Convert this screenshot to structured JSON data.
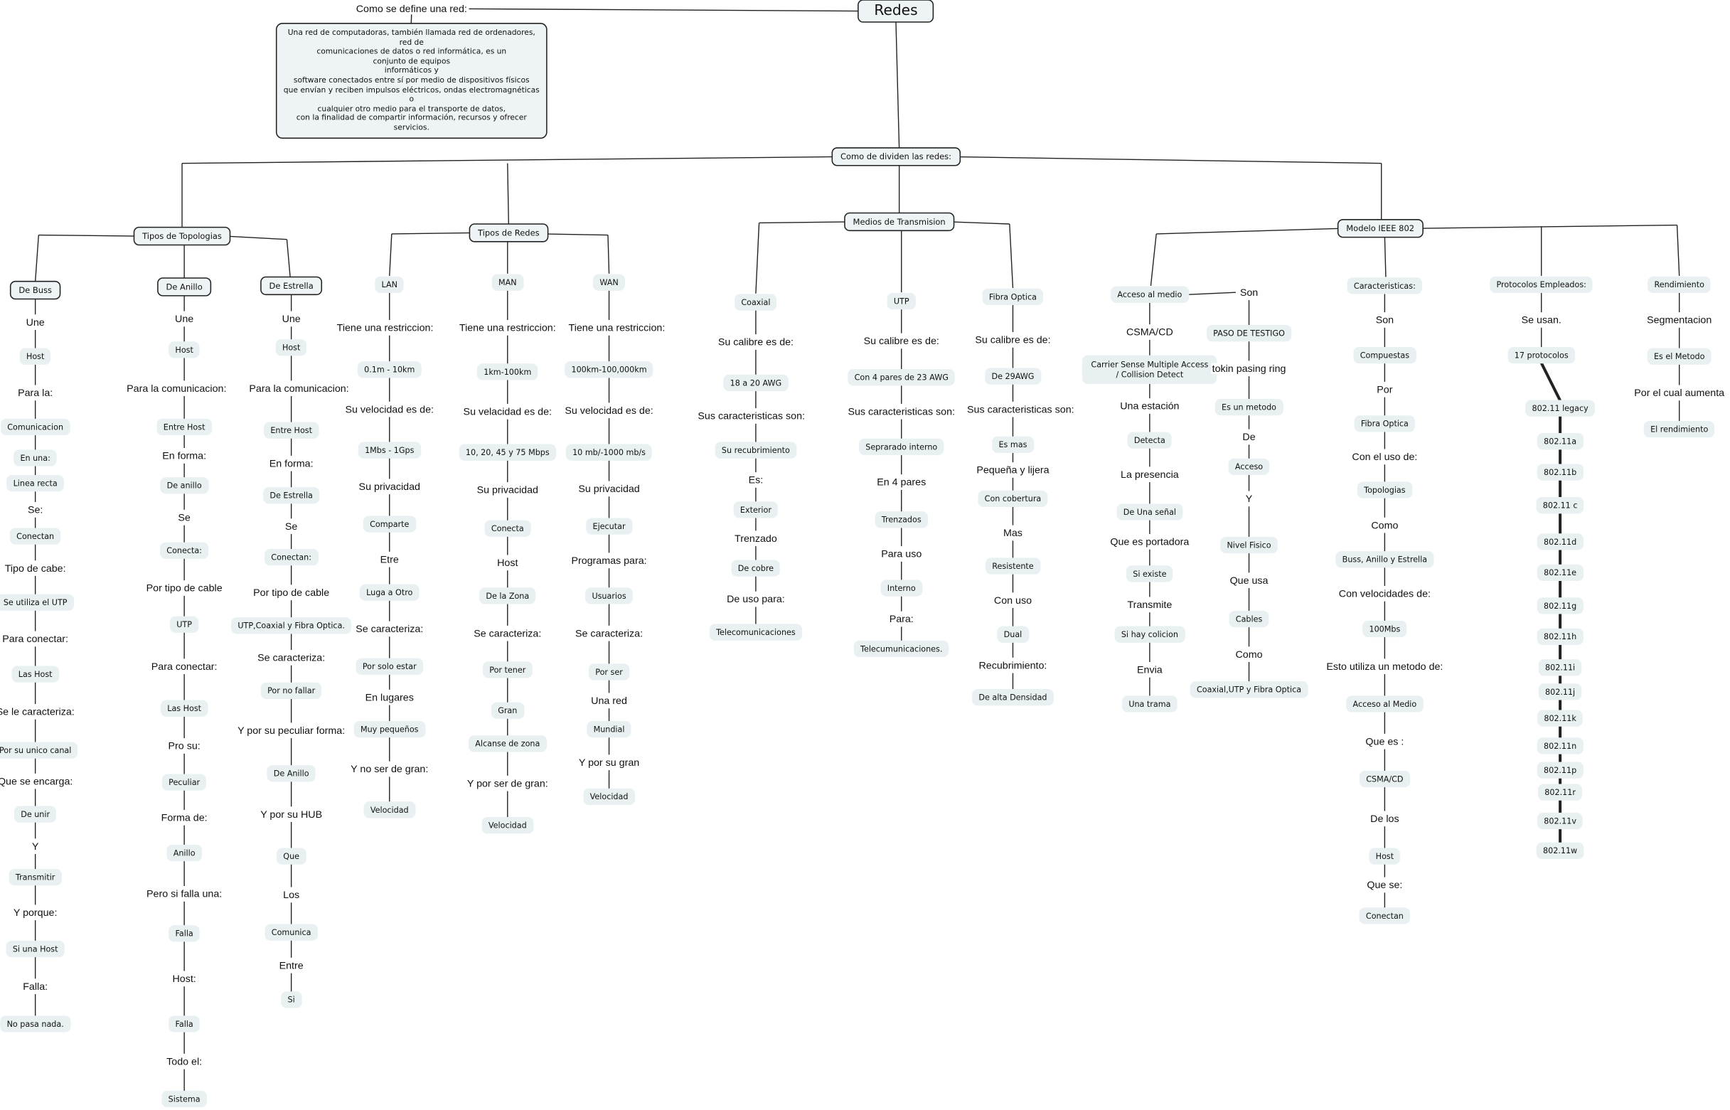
{
  "root": {
    "title": "Redes",
    "define_label": "Como se define una red:",
    "definition_lines": [
      "Una red de computadoras, también llamada red de ordenadores, red de",
      "comunicaciones de datos o red informática, es un",
      "conjunto de equipos",
      "informáticos y",
      "software conectados entre sí por medio de dispositivos físicos",
      "que envían y reciben impulsos eléctricos, ondas electromagnéticas o",
      "cualquier otro medio para el transporte de datos,",
      "con la finalidad de compartir información, recursos y ofrecer servicios."
    ],
    "divide_label": "Como de dividen las redes:"
  },
  "groups": [
    "Tipos de Topologias",
    "Tipos de Redes",
    "Medios de Transmision",
    "Modelo IEEE 802"
  ],
  "columns": [
    {
      "items": [
        [
          "De Buss",
          "B"
        ],
        [
          "Une",
          "t"
        ],
        [
          "Host",
          "b"
        ],
        [
          "Para la:",
          "t"
        ],
        [
          "Comunicacion",
          "b"
        ],
        [
          "En una:",
          "b"
        ],
        [
          "Linea recta",
          "b"
        ],
        [
          "Se:",
          "t"
        ],
        [
          "Conectan",
          "b"
        ],
        [
          "Tipo de cabe:",
          "t"
        ],
        [
          "Se utiliza el UTP",
          "b"
        ],
        [
          "Para conectar:",
          "t"
        ],
        [
          "Las Host",
          "b"
        ],
        [
          "Se le caracteriza:",
          "t"
        ],
        [
          "Por su unico canal",
          "b"
        ],
        [
          "Que se encarga:",
          "t"
        ],
        [
          "De unir",
          "b"
        ],
        [
          "Y",
          "t"
        ],
        [
          "Transmitir",
          "b"
        ],
        [
          "Y porque:",
          "t"
        ],
        [
          "Si una Host",
          "b"
        ],
        [
          "Falla:",
          "t"
        ],
        [
          "No pasa nada.",
          "b"
        ]
      ]
    },
    {
      "items": [
        [
          "De Anillo",
          "B"
        ],
        [
          "Une",
          "t"
        ],
        [
          "Host",
          "b"
        ],
        [
          "Para la comunicacion:",
          "t"
        ],
        [
          "Entre Host",
          "b"
        ],
        [
          "En forma:",
          "t"
        ],
        [
          "De anillo",
          "b"
        ],
        [
          "Se",
          "t"
        ],
        [
          "Conecta:",
          "b"
        ],
        [
          "Por tipo de cable",
          "t"
        ],
        [
          "UTP",
          "b"
        ],
        [
          "Para conectar:",
          "t"
        ],
        [
          "Las Host",
          "b"
        ],
        [
          "Pro su:",
          "t"
        ],
        [
          "Peculiar",
          "b"
        ],
        [
          "Forma de:",
          "t"
        ],
        [
          "Anillo",
          "b"
        ],
        [
          "Pero si falla una:",
          "t"
        ],
        [
          "Falla",
          "b"
        ],
        [
          "Host:",
          "t"
        ],
        [
          "Falla",
          "b"
        ],
        [
          "Todo el:",
          "t"
        ],
        [
          "Sistema",
          "b"
        ]
      ]
    },
    {
      "items": [
        [
          "De Estrella",
          "B"
        ],
        [
          "Une",
          "t"
        ],
        [
          "Host",
          "b"
        ],
        [
          "Para la comunicacion:",
          "t"
        ],
        [
          "Entre Host",
          "b"
        ],
        [
          "En forma:",
          "t"
        ],
        [
          "De Estrella",
          "b"
        ],
        [
          "Se",
          "t"
        ],
        [
          "Conectan:",
          "b"
        ],
        [
          "Por tipo de cable",
          "t"
        ],
        [
          "UTP,Coaxial y Fibra Optica.",
          "b"
        ],
        [
          "Se caracteriza:",
          "t"
        ],
        [
          "Por no fallar",
          "b"
        ],
        [
          "Y por su peculiar forma:",
          "t"
        ],
        [
          "De Anillo",
          "b"
        ],
        [
          "Y por su HUB",
          "t"
        ],
        [
          "Que",
          "b"
        ],
        [
          "Los",
          "t"
        ],
        [
          "Comunica",
          "b"
        ],
        [
          "Entre",
          "t"
        ],
        [
          "Si",
          "b"
        ]
      ]
    },
    {
      "items": [
        [
          "LAN",
          "b"
        ],
        [
          "Tiene una restriccion:",
          "t"
        ],
        [
          "0.1m - 10km",
          "b"
        ],
        [
          "Su velocidad es de:",
          "t"
        ],
        [
          "1Mbs - 1Gps",
          "b"
        ],
        [
          "Su privacidad",
          "t"
        ],
        [
          "Comparte",
          "b"
        ],
        [
          "Etre",
          "t"
        ],
        [
          "Luga a Otro",
          "b"
        ],
        [
          "Se caracteriza:",
          "t"
        ],
        [
          "Por solo estar",
          "b"
        ],
        [
          "En lugares",
          "t"
        ],
        [
          "Muy pequeños",
          "b"
        ],
        [
          "Y no ser de gran:",
          "t"
        ],
        [
          "Velocidad",
          "b"
        ]
      ]
    },
    {
      "items": [
        [
          "MAN",
          "b"
        ],
        [
          "Tiene una restriccion:",
          "t"
        ],
        [
          "1km-100km",
          "b"
        ],
        [
          "Su velacidad es de:",
          "t"
        ],
        [
          "10, 20, 45 y 75 Mbps",
          "b"
        ],
        [
          "Su privacidad",
          "t"
        ],
        [
          "Conecta",
          "b"
        ],
        [
          "Host",
          "t"
        ],
        [
          "De la Zona",
          "b"
        ],
        [
          "Se caracteriza:",
          "t"
        ],
        [
          "Por tener",
          "b"
        ],
        [
          "Gran",
          "b"
        ],
        [
          "Alcanse de zona",
          "b"
        ],
        [
          "Y por ser de gran:",
          "t"
        ],
        [
          "Velocidad",
          "b"
        ]
      ]
    },
    {
      "items": [
        [
          "WAN",
          "b"
        ],
        [
          "Tiene una restriccion:",
          "t"
        ],
        [
          "100km-100,000km",
          "b"
        ],
        [
          "Su velocidad es de:",
          "t"
        ],
        [
          "10 mb/-1000 mb/s",
          "b"
        ],
        [
          "Su privacidad",
          "t"
        ],
        [
          "Ejecutar",
          "b"
        ],
        [
          "Programas para:",
          "t"
        ],
        [
          "Usuarios",
          "b"
        ],
        [
          "Se caracteriza:",
          "t"
        ],
        [
          "Por ser",
          "b"
        ],
        [
          "Una red",
          "t"
        ],
        [
          "Mundial",
          "b"
        ],
        [
          "Y por su gran",
          "t"
        ],
        [
          "Velocidad",
          "b"
        ]
      ]
    },
    {
      "items": [
        [
          "Coaxial",
          "b"
        ],
        [
          "Su calibre es de:",
          "t"
        ],
        [
          "18 a 20 AWG",
          "b"
        ],
        [
          "Sus caracteristicas son:",
          "t"
        ],
        [
          "Su recubrimiento",
          "b"
        ],
        [
          "Es:",
          "t"
        ],
        [
          "Exterior",
          "b"
        ],
        [
          "Trenzado",
          "t"
        ],
        [
          "De cobre",
          "b"
        ],
        [
          "De uso para:",
          "t"
        ],
        [
          "Telecomunicaciones",
          "b"
        ]
      ]
    },
    {
      "items": [
        [
          "UTP",
          "b"
        ],
        [
          "Su calibre es de:",
          "t"
        ],
        [
          "Con 4 pares de 23 AWG",
          "b"
        ],
        [
          "Sus caracteristicas son:",
          "t"
        ],
        [
          "Seprarado interno",
          "b"
        ],
        [
          "En 4 pares",
          "t"
        ],
        [
          "Trenzados",
          "b"
        ],
        [
          "Para uso",
          "t"
        ],
        [
          "Interno",
          "b"
        ],
        [
          "Para:",
          "t"
        ],
        [
          "Telecumunicaciones.",
          "b"
        ]
      ]
    },
    {
      "items": [
        [
          "Fibra Optica",
          "b"
        ],
        [
          "Su calibre es de:",
          "t"
        ],
        [
          "De 29AWG",
          "b"
        ],
        [
          "Sus caracteristicas son:",
          "t"
        ],
        [
          "Es mas",
          "b"
        ],
        [
          "Pequeña y lijera",
          "t"
        ],
        [
          "Con cobertura",
          "b"
        ],
        [
          "Mas",
          "t"
        ],
        [
          "Resistente",
          "b"
        ],
        [
          "Con uso",
          "t"
        ],
        [
          "Dual",
          "b"
        ],
        [
          "Recubrimiento:",
          "t"
        ],
        [
          "De alta Densidad",
          "b"
        ]
      ]
    },
    {
      "items": [
        [
          "Acceso al medio",
          "b"
        ],
        [
          "CSMA/CD",
          "t"
        ],
        [
          "Carrier Sense Multiple Access",
          "b"
        ],
        [
          "Una estación",
          "t"
        ],
        [
          "Detecta",
          "b"
        ],
        [
          "La presencia",
          "t"
        ],
        [
          "De Una señal",
          "b"
        ],
        [
          "Que es portadora",
          "t"
        ],
        [
          "Si existe",
          "b"
        ],
        [
          "Transmite",
          "t"
        ],
        [
          "Si hay colicion",
          "b"
        ],
        [
          "Envia",
          "t"
        ],
        [
          "Una trama",
          "b"
        ]
      ],
      "extra_line": "/ Collision Detect"
    },
    {
      "items": [
        [
          "Son",
          "t"
        ],
        [
          "PASO DE TESTIGO",
          "b"
        ],
        [
          "tokin pasing ring",
          "t"
        ],
        [
          "Es un metodo",
          "b"
        ],
        [
          "De",
          "t"
        ],
        [
          "Acceso",
          "b"
        ],
        [
          "Y",
          "t"
        ],
        [
          "Nivel Fisico",
          "b"
        ],
        [
          "Que usa",
          "t"
        ],
        [
          "Cables",
          "b"
        ],
        [
          "Como",
          "t"
        ],
        [
          "Coaxial,UTP y Fibra Optica",
          "b"
        ]
      ]
    },
    {
      "items": [
        [
          "Caracteristicas:",
          "b"
        ],
        [
          "Son",
          "t"
        ],
        [
          "Compuestas",
          "b"
        ],
        [
          "Por",
          "t"
        ],
        [
          "Fibra Optica",
          "b"
        ],
        [
          "Con el uso de:",
          "t"
        ],
        [
          "Topologias",
          "b"
        ],
        [
          "Como",
          "t"
        ],
        [
          "Buss, Anillo y Estrella",
          "b"
        ],
        [
          "Con velocidades de:",
          "t"
        ],
        [
          "100Mbs",
          "b"
        ],
        [
          "Esto utiliza un metodo de:",
          "t"
        ],
        [
          "Acceso al Medio",
          "b"
        ],
        [
          "Que es :",
          "t"
        ],
        [
          "CSMA/CD",
          "b"
        ],
        [
          "De los",
          "t"
        ],
        [
          "Host",
          "b"
        ],
        [
          "Que se:",
          "t"
        ],
        [
          "Conectan",
          "b"
        ]
      ]
    },
    {
      "items": [
        [
          "Protocolos Empleados:",
          "b"
        ],
        [
          "Se usan.",
          "t"
        ],
        [
          "17 protocolos",
          "b"
        ],
        [
          "802.11 legacy",
          "b"
        ],
        [
          "802.11a",
          "b"
        ],
        [
          "802.11b",
          "b"
        ],
        [
          "802.11 c",
          "b"
        ],
        [
          "802.11d",
          "b"
        ],
        [
          "802.11e",
          "b"
        ],
        [
          "802.11g",
          "b"
        ],
        [
          "802.11h",
          "b"
        ],
        [
          "802.11i",
          "b"
        ],
        [
          "802.11j",
          "b"
        ],
        [
          "802.11k",
          "b"
        ],
        [
          "802.11n",
          "b"
        ],
        [
          "802.11p",
          "b"
        ],
        [
          "802.11r",
          "b"
        ],
        [
          "802.11v",
          "b"
        ],
        [
          "802.11w",
          "b"
        ]
      ]
    },
    {
      "items": [
        [
          "Rendimiento",
          "b"
        ],
        [
          "Segmentacion",
          "t"
        ],
        [
          "Es el Metodo",
          "b"
        ],
        [
          "Por el cual aumenta",
          "t"
        ],
        [
          "El rendimiento",
          "b"
        ]
      ]
    }
  ]
}
